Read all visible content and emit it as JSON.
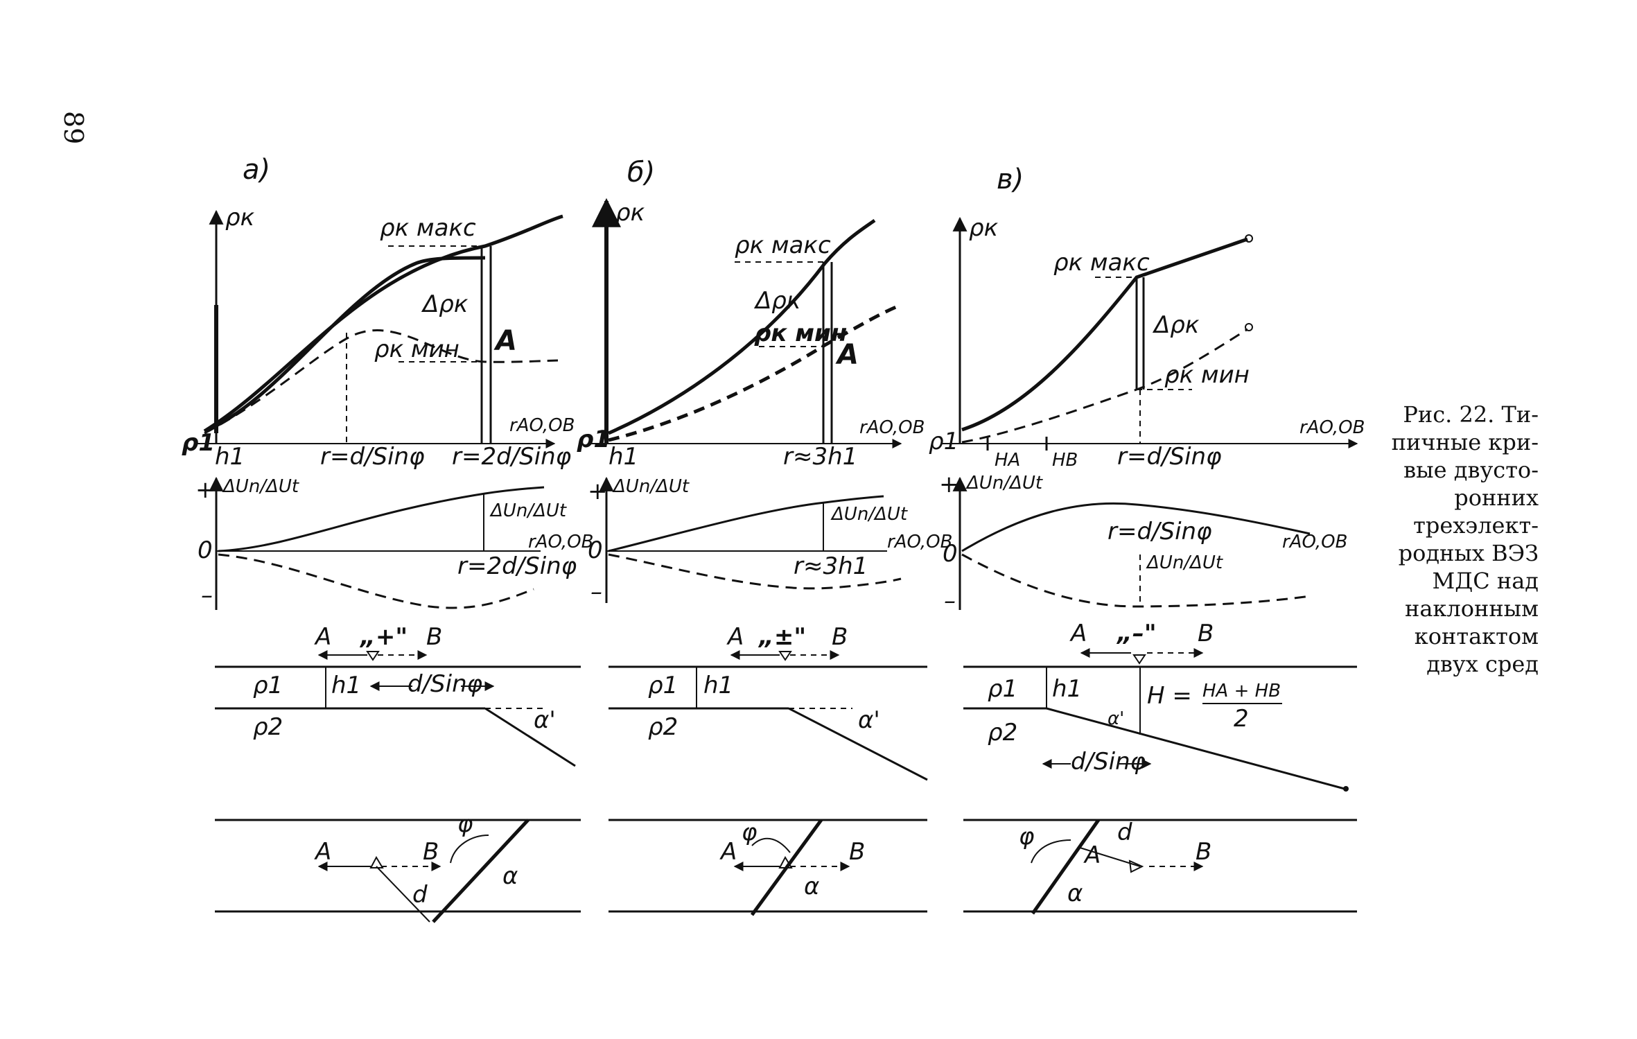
{
  "page_number": "89",
  "caption": {
    "lines": [
      "Рис. 22. Ти-",
      "пичные кри-",
      "вые двусто-",
      "ронних",
      "трехэлект-",
      "родных ВЭЗ",
      "МДС над",
      "наклонным",
      "контактом",
      "двух сред"
    ]
  },
  "panels": {
    "a": {
      "letter": "а)",
      "y_axis": "ρк",
      "rho_max": "ρк макс",
      "rho_min": "ρк мин",
      "delta_rho": "Δρк",
      "A_label": "A",
      "rho1": "ρ1",
      "x_axis": "rAO,OB",
      "x_ticks": [
        "h1",
        "r=d/Sinφ",
        "r=2d/Sinφ"
      ],
      "du_axis": "ΔUn/ΔUt",
      "du_bracket": "ΔUn/ΔUt",
      "plus": "+",
      "zero": "0",
      "minus": "–",
      "du_xaxis": "rAO,OB",
      "du_tick": "r=2d/Sinφ",
      "sign": "„+\"",
      "A": "A",
      "B": "B",
      "rho1_layer": "ρ1",
      "rho2_layer": "ρ2",
      "h1": "h1",
      "d_sin": "d/Sinφ",
      "alpha_prime": "α'",
      "phi": "φ",
      "alpha": "α",
      "d": "d"
    },
    "b": {
      "letter": "б)",
      "y_axis": "ρк",
      "rho_max": "ρк макс",
      "rho_min": "ρк мин",
      "delta_rho": "Δρк",
      "A_label": "A",
      "rho1": "ρ1",
      "x_axis": "rAO,OB",
      "x_ticks": [
        "h1",
        "r≈3h1"
      ],
      "du_axis": "ΔUn/ΔUt",
      "du_bracket": "ΔUn/ΔUt",
      "plus": "+",
      "zero": "0",
      "minus": "–",
      "du_xaxis": "rAO,OB",
      "du_tick": "r≈3h1",
      "sign": "„±\"",
      "A": "A",
      "B": "B",
      "rho1_layer": "ρ1",
      "rho2_layer": "ρ2",
      "h1": "h1",
      "alpha_prime": "α'",
      "phi": "φ",
      "alpha": "α"
    },
    "c": {
      "letter": "в)",
      "y_axis": "ρк",
      "rho_max": "ρк макс",
      "rho_min": "ρк мин",
      "delta_rho": "Δρк",
      "rho1": "ρ1",
      "x_axis": "rAO,OB",
      "x_ticks": [
        "HA",
        "HB",
        "r=d/Sinφ"
      ],
      "du_axis": "ΔUn/ΔUt",
      "du_bracket": "ΔUn/ΔUt",
      "plus": "+",
      "zero": "0",
      "minus": "–",
      "du_xaxis": "rAO,OB",
      "du_tick": "r=d/Sinφ",
      "sign": "„–\"",
      "A": "A",
      "B": "B",
      "rho1_layer": "ρ1",
      "rho2_layer": "ρ2",
      "h1": "h1",
      "alpha_prime": "α'",
      "H_eq": "H =",
      "H_num": "HA + HB",
      "H_den": "2",
      "d_sin": "d/Sinφ",
      "phi": "φ",
      "alpha": "α",
      "d": "d"
    }
  }
}
